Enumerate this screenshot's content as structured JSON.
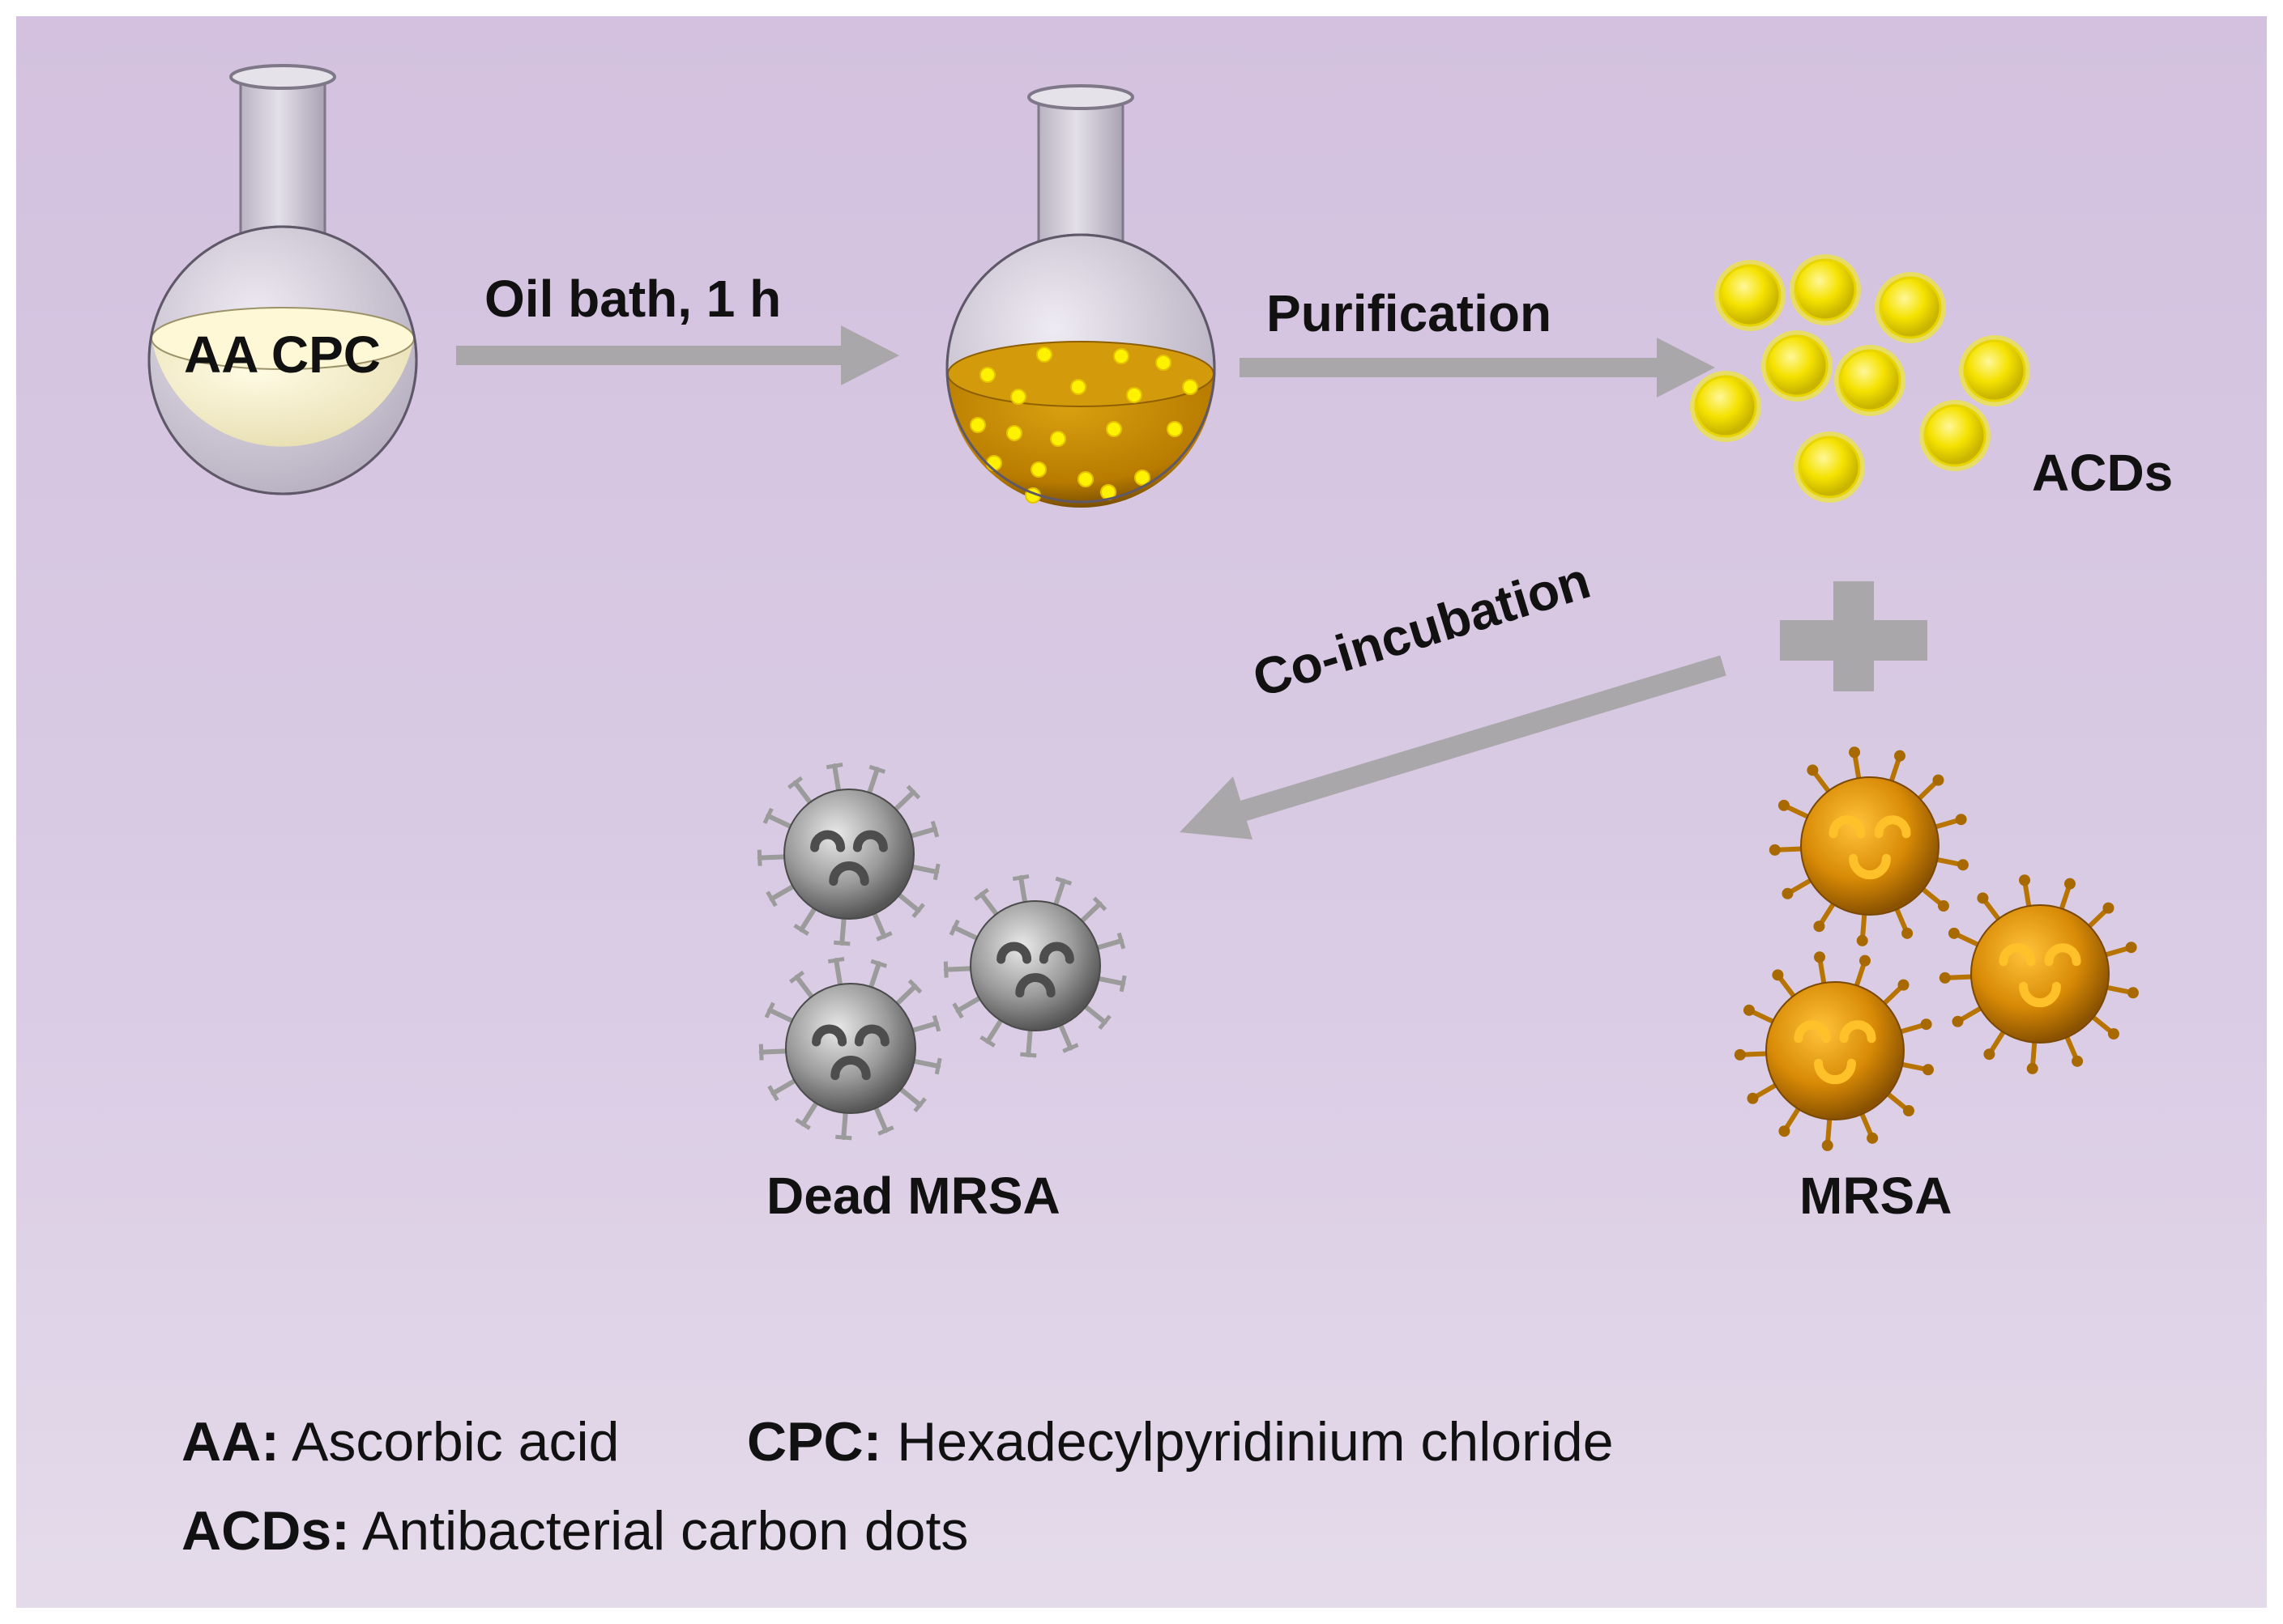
{
  "flask_label": "AA CPC",
  "steps": {
    "oil_bath": "Oil bath, 1 h",
    "purification": "Purification",
    "co_incubation": "Co-incubation"
  },
  "products": {
    "acds": "ACDs",
    "mrsa": "MRSA",
    "dead_mrsa": "Dead MRSA"
  },
  "legend": {
    "aa_abbr": "AA:",
    "aa_full": "Ascorbic acid",
    "cpc_abbr": "CPC:",
    "cpc_full": "Hexadecylpyridinium chloride",
    "acds_abbr": "ACDs:",
    "acds_full": "Antibacterial carbon dots"
  },
  "colors": {
    "background": "#d6c5e1",
    "arrow": "#aaa7aa",
    "glass": "#cbc6d2",
    "solution_initial": "#f7f2d2",
    "solution_reacted": "#c98a00",
    "carbon_dot": "#ffee00",
    "mrsa_live": "#e0960c",
    "mrsa_dead": "#9a9a9a"
  }
}
